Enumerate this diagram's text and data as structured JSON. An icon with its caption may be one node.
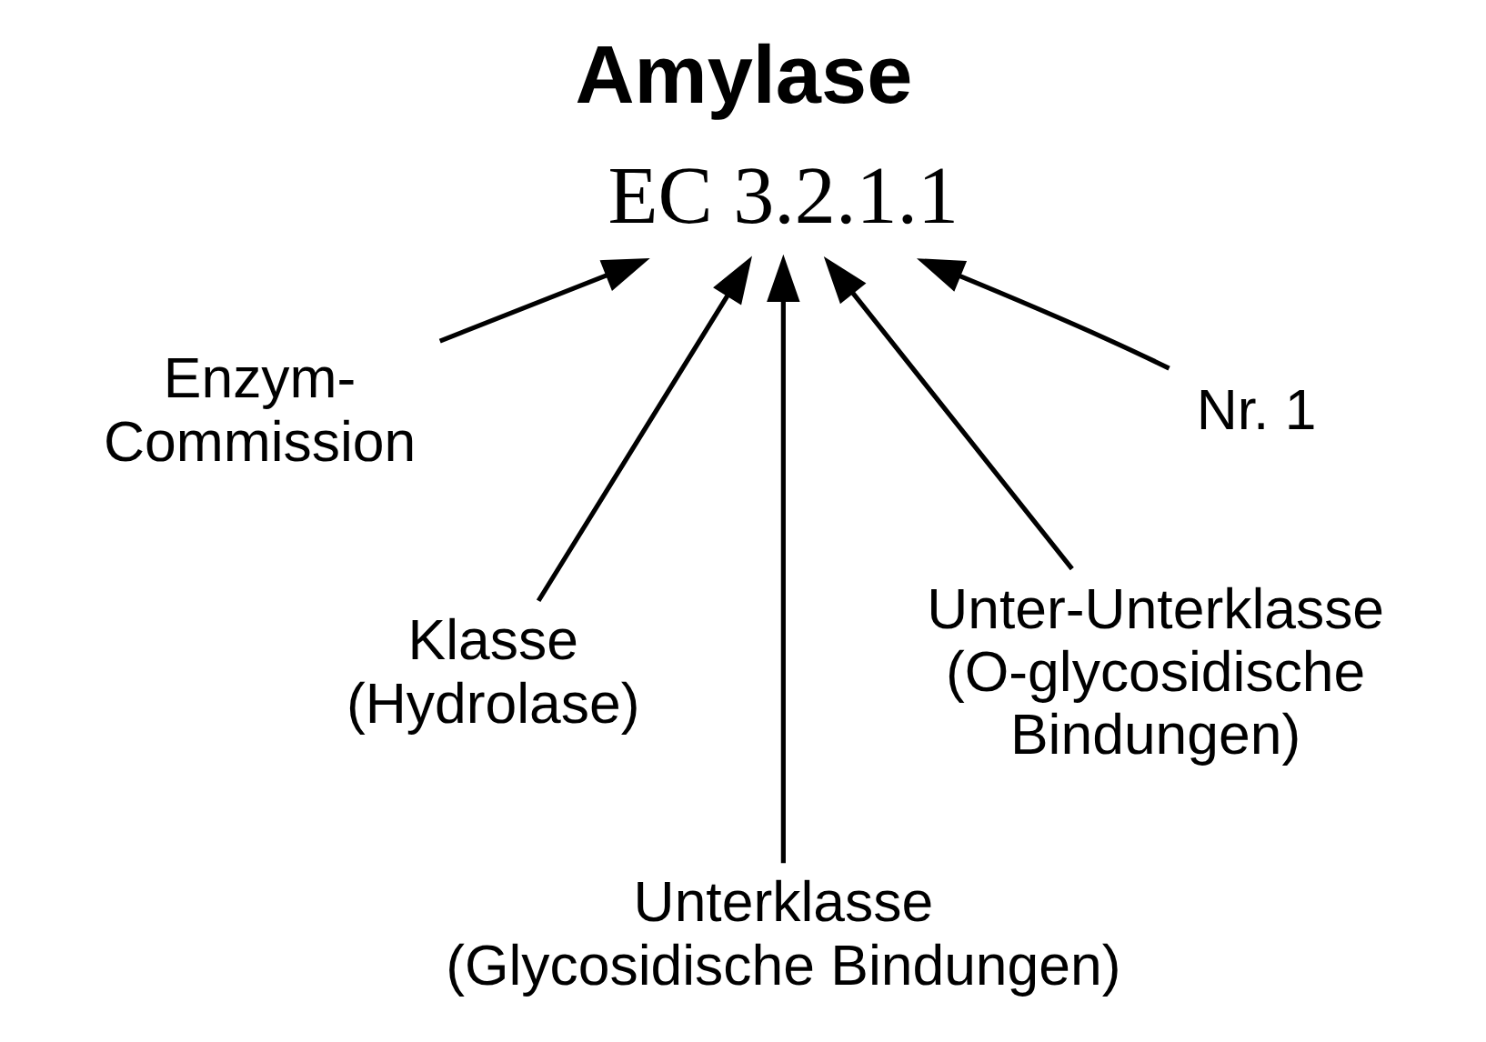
{
  "diagram": {
    "title": "Amylase",
    "nodes": [
      {
        "text": [
          "EC 3.2.1.1"
        ]
      },
      {
        "text": [
          "Enzym- Commission"
        ]
      },
      {
        "text": [
          "Nr. 1"
        ]
      },
      {
        "text": [
          "Klasse (Hydrolase)"
        ]
      },
      {
        "text": [
          "Unter-Unterklasse (O-glycosidische Bindungen)"
        ]
      },
      {
        "text": [
          "Unterklasse (Glycosidische Bindungen)"
        ]
      }
    ],
    "edges": [
      {
        "from": 1,
        "to": 0,
        "arrow": "to"
      },
      {
        "from": 3,
        "to": 0,
        "arrow": "to"
      },
      {
        "from": 5,
        "to": 0,
        "arrow": "to"
      },
      {
        "from": 4,
        "to": 0,
        "arrow": "to"
      },
      {
        "from": 2,
        "to": 0,
        "arrow": "to"
      }
    ]
  }
}
